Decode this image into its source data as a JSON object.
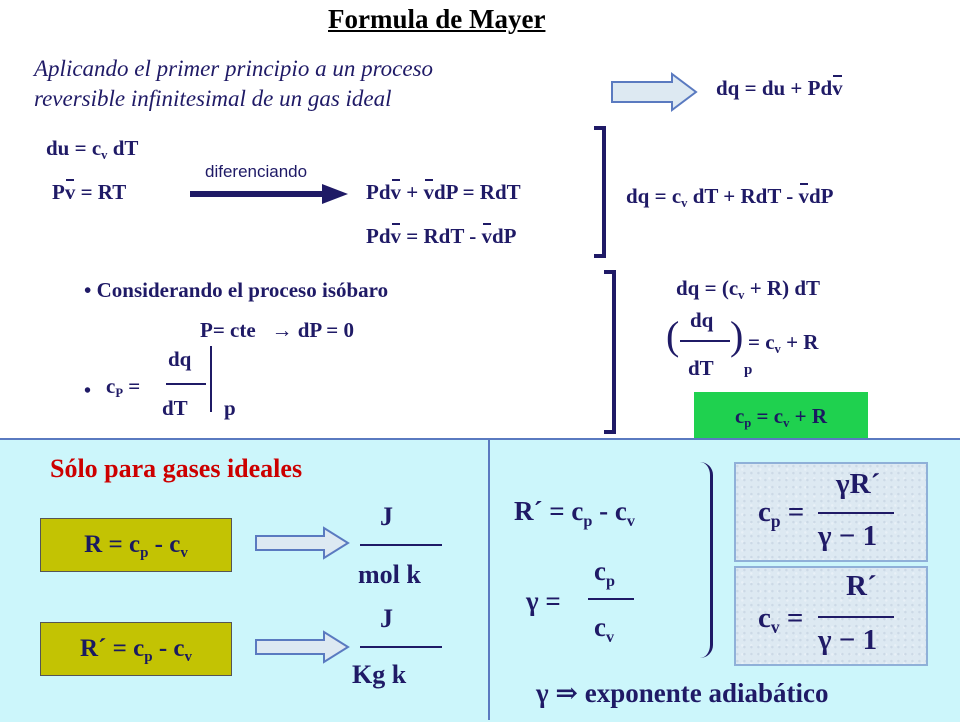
{
  "title": "Formula de Mayer",
  "intro": {
    "line1": "Aplicando el primer principio a un proceso",
    "line2": "reversible infinitesimal de un gas ideal"
  },
  "eq_first_law": "dq = du + Pdv",
  "eq_du": "du = c",
  "eq_du_sub": "v",
  "eq_du_rest": " dT",
  "eq_pv": "Pv = RT",
  "arrow_label": "diferenciando",
  "eq_diff1": "Pdv + vdP = RdT",
  "eq_diff2": "Pdv = RdT - vdP",
  "eq_dq_result": "dq = c",
  "eq_dq_result_rest": " dT + RdT - vdP",
  "isobaric": {
    "bullet": "Considerando el proceso isóbaro",
    "condition": "P= cte",
    "arrow": "→",
    "dp": "dP = 0",
    "cp_lhs": "c",
    "cp_sub": "P",
    "eq": "=",
    "num": "dq",
    "den": "dT",
    "p": "p"
  },
  "right_block": {
    "eq1_a": "dq = (c",
    "eq1_b": "+ R) dT",
    "frac_num": "dq",
    "frac_den": "dT",
    "frac_p": "p",
    "eq2": "= c",
    "eq2_rest": " + R",
    "green": "c",
    "green_rest": " = c",
    "green_end": " + R"
  },
  "bottom": {
    "ideal_gases": "Sólo para gases ideales",
    "R_eq": "R = c",
    "R_eq_mid": " - c",
    "R_unit_num": "J",
    "R_unit_den": "mol  k",
    "Rp_eq": "R´ = c",
    "Rp_eq_mid": " - c",
    "Rp_unit_num": "J",
    "Rp_unit_den": "Kg  k",
    "rel_Rp": "R´ = c",
    "rel_Rp_mid": " - c",
    "gamma_lhs": "γ =",
    "gamma_num": "c",
    "gamma_den": "c",
    "cp_box_lhs": "c",
    "cp_box_num": "γR´",
    "cp_box_den": "γ − 1",
    "cv_box_lhs": "c",
    "cv_box_num": "R´",
    "cv_box_den": "γ − 1",
    "exponent": "γ  ⇒  exponente adiabático",
    "sub_p": "p",
    "sub_v": "v"
  },
  "colors": {
    "text": "#1f1a66",
    "bottom_bg": "#ccf6fb",
    "olive": "#c3c303",
    "green": "#1fd14f",
    "red": "#cc0000"
  }
}
